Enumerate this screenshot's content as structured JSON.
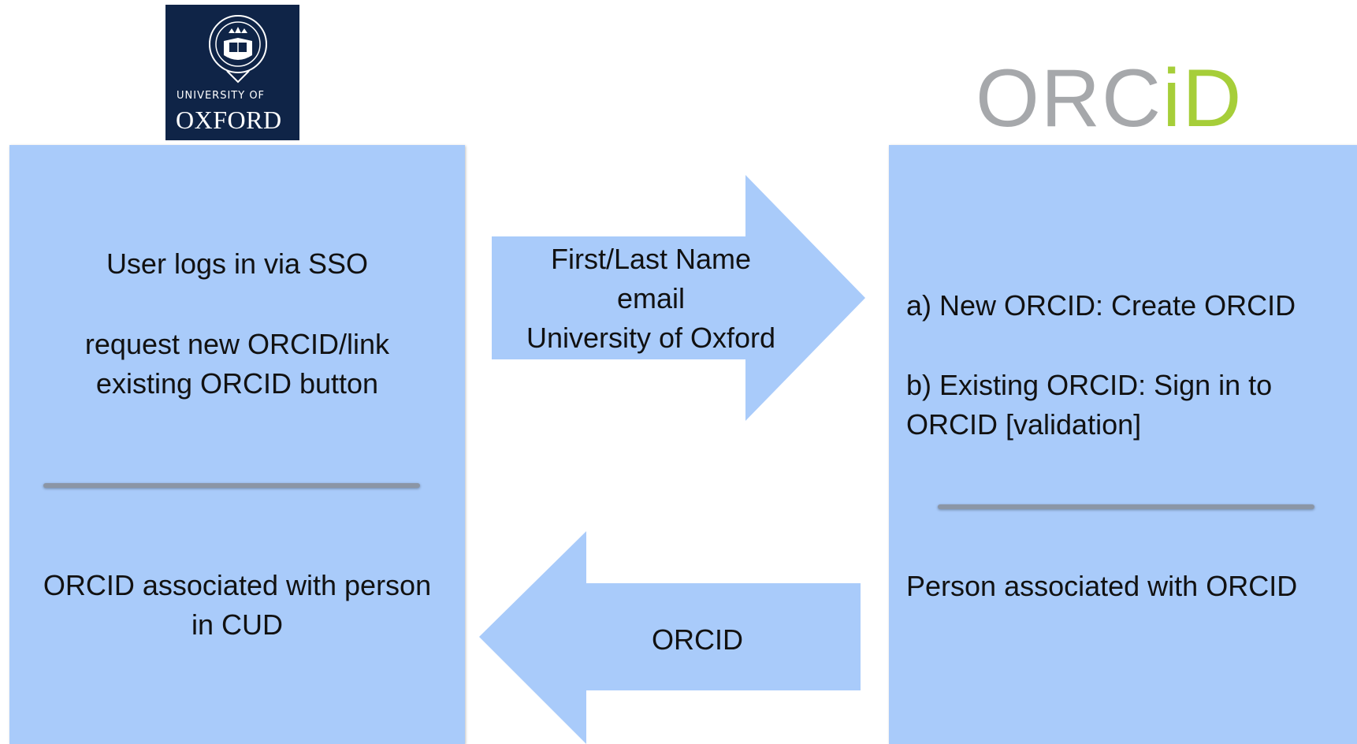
{
  "logos": {
    "oxford": {
      "line1": "UNIVERSITY OF",
      "line2": "OXFORD"
    },
    "orcid": {
      "part1": "ORC",
      "part2": "iD"
    }
  },
  "left_panel": {
    "top_line1": "User logs in via SSO",
    "top_line2": "request new ORCID/link",
    "top_line3": "existing ORCID button",
    "bottom_line1": "ORCID associated with person",
    "bottom_line2": "in CUD"
  },
  "arrow_right": {
    "line1": "First/Last Name",
    "line2": "email",
    "line3": "University of Oxford"
  },
  "arrow_left": {
    "label": "ORCID"
  },
  "right_panel": {
    "line_a": "a) New ORCID: Create ORCID",
    "line_b1": "b) Existing ORCID: Sign in to",
    "line_b2": "ORCID [validation]",
    "bottom_line": "Person associated with ORCID"
  },
  "colors": {
    "panel": "#a9cbfa",
    "oxford_blue": "#0f2447",
    "orcid_grey": "#a6a8ab",
    "orcid_green": "#a6ce39",
    "divider": "#8b96a6"
  }
}
